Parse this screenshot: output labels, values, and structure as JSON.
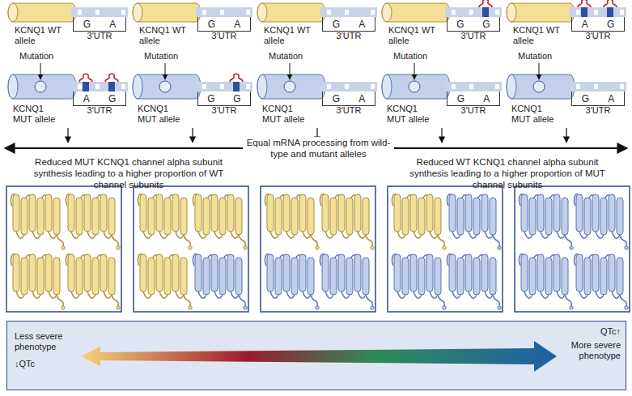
{
  "diagram": {
    "nodes": [
      {
        "text": [
          "G",
          "A",
          "3′UTR"
        ]
      },
      {
        "text": [
          "G",
          "A",
          "3′UTR"
        ]
      },
      {
        "text": [
          "G",
          "A",
          "3′UTR"
        ]
      },
      {
        "text": [
          "G",
          "G",
          "3′UTR"
        ]
      },
      {
        "text": [
          "A",
          "G",
          "3′UTR"
        ]
      },
      {
        "text": [
          "A",
          "G",
          "3′UTR"
        ]
      },
      {
        "text": [
          "G",
          "G",
          "3′UTR"
        ]
      },
      {
        "text": [
          "G",
          "A",
          "3′UTR"
        ]
      },
      {
        "text": [
          "G",
          "A",
          "3′UTR"
        ]
      },
      {
        "text": [
          "G",
          "A",
          "3′UTR"
        ]
      },
      {
        "text": [
          "Less severe phenotype",
          "↓QTc",
          "QTc↑",
          "More severe phenotype"
        ]
      }
    ],
    "labels": [
      "KCNQ1 WT allele",
      "KCNQ1 WT allele",
      "KCNQ1 WT allele",
      "KCNQ1 WT allele",
      "KCNQ1 WT allele",
      "Mutation",
      "Mutation",
      "Mutation",
      "Mutation",
      "Mutation",
      "KCNQ1 MUT allele",
      "KCNQ1 MUT allele",
      "KCNQ1 MUT allele",
      "KCNQ1 MUT allele",
      "KCNQ1 MUT allele",
      "Reduced MUT KCNQ1 channel alpha subunit synthesis leading to a higher proportion of WT channel subunits",
      "Equal mRNA processing from wild-type and mutant alleles",
      "Reduced WT KCNQ1 channel alpha subunit synthesis leading to a higher proportion of MUT channel subunits"
    ]
  }
}
